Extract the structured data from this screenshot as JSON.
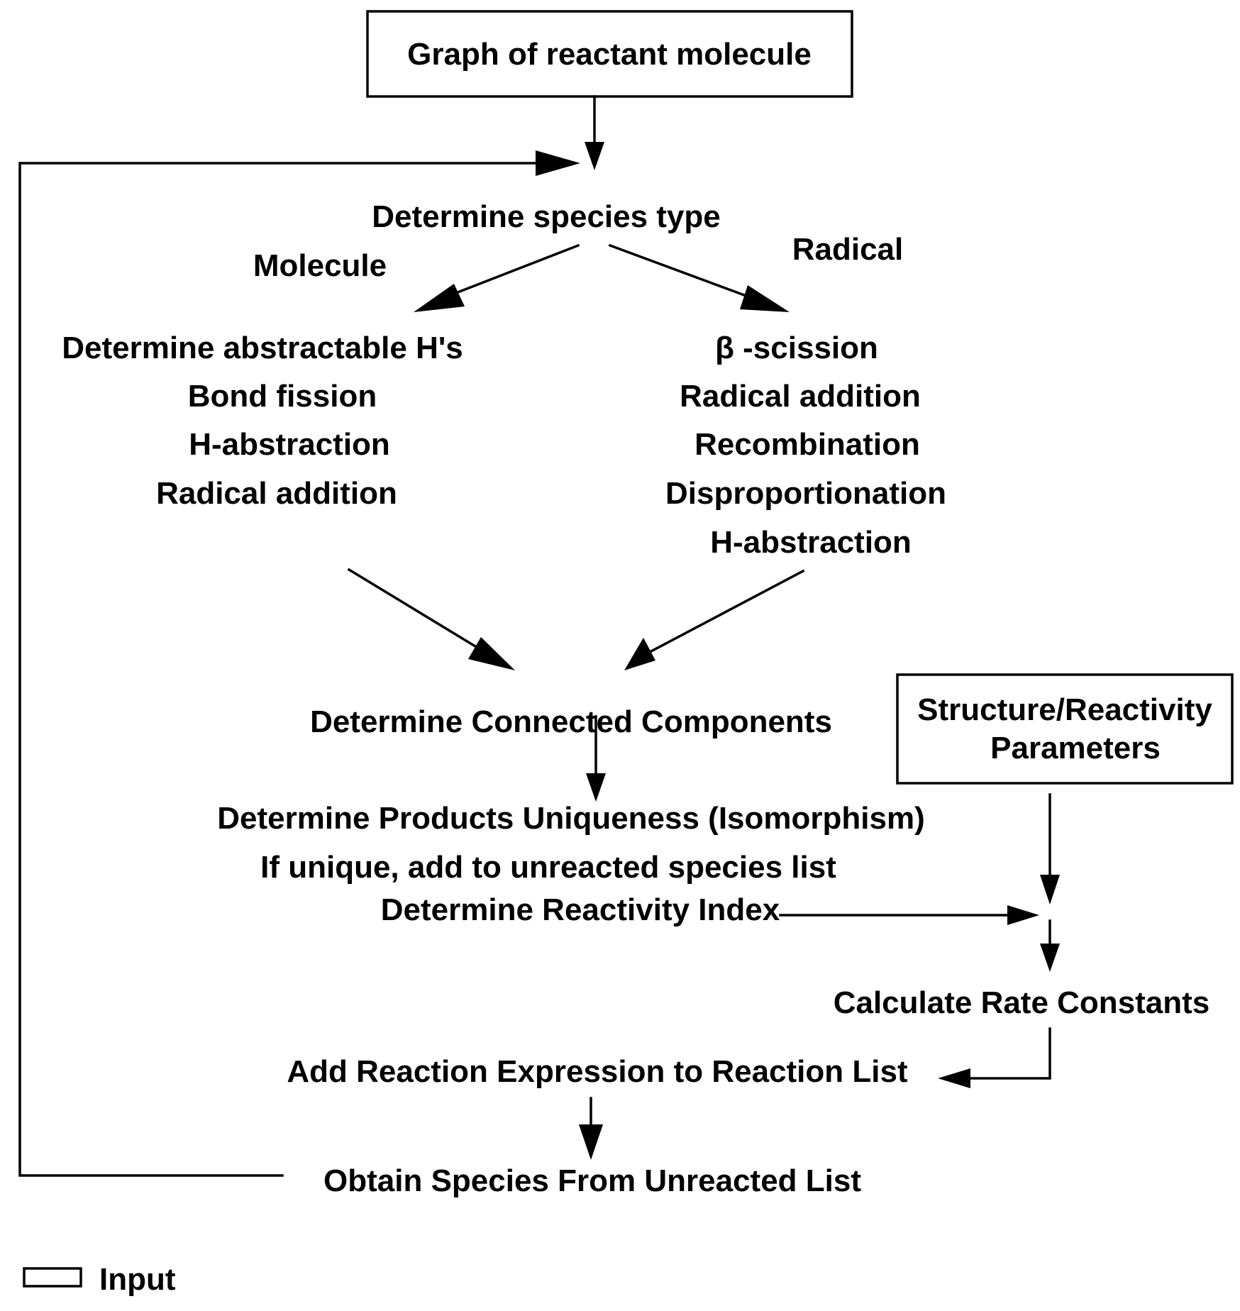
{
  "nodes": {
    "graph_of_reactant": "Graph of reactant molecule",
    "determine_species_type": "Determine species type",
    "structure_reactivity_line1": "Structure/Reactivity",
    "structure_reactivity_line2": "Parameters",
    "connected_components": "Determine Connected Components",
    "products_uniqueness": "Determine Products Uniqueness (Isomorphism)",
    "if_unique": "If unique, add to unreacted species list",
    "reactivity_index": "Determine Reactivity Index",
    "rate_constants": "Calculate Rate Constants",
    "add_reaction": "Add Reaction Expression to Reaction List",
    "obtain_species": "Obtain Species From Unreacted List"
  },
  "branches": {
    "molecule": {
      "label": "Molecule",
      "steps": [
        "Determine abstractable H's",
        "Bond fission",
        "H-abstraction",
        "Radical addition"
      ]
    },
    "radical": {
      "label": "Radical",
      "steps": [
        "β -scission",
        "Radical addition",
        "Recombination",
        "Disproportionation",
        "H-abstraction"
      ]
    }
  },
  "legend": {
    "label": "Input"
  }
}
